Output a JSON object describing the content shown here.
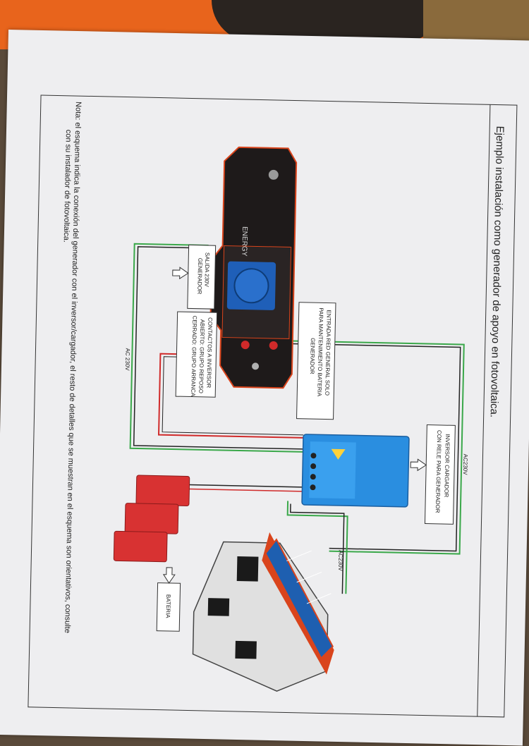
{
  "title": "Ejemplo instalación como generador de apoyo en fotovoltaica.",
  "note_line1": "Nota: el esquema indica la conexión del generador con el inversor/cargador,  el resto de detalles que se muestran en el esquema son orientativos, consulte",
  "note_line2": "con su instalador de fotovoltaica.",
  "labels": {
    "salida": [
      "SALIDA 230V",
      "GENERADOR"
    ],
    "contactos": [
      "CONTACTOS A INVERSOR",
      "ABIERTO: GRUPO REPOSO",
      "CERRADO: GRUPO ARRANCA"
    ],
    "entrada": [
      "ENTRADA RED GENERAL SOLO",
      "PARA MANTENIMIENTO BATERIA",
      "GENERADOR"
    ],
    "inversor": [
      "INVERSOR CARGADOR",
      "CON RELE PARA GENERADOR"
    ],
    "bateria": "BATERIA"
  },
  "wire_labels": {
    "ac_top": "AC230V",
    "ac_left": "AC 230V",
    "ac_house": "AC230V"
  },
  "brand": "ENERGY",
  "colors": {
    "generator_body": "#1e1a1a",
    "generator_trim": "#d9441c",
    "socket_blue": "#1f5fb8",
    "inverter_blue": "#2a8ee0",
    "battery_red": "#d83232",
    "solar_blue": "#1e5fb0",
    "wire_green": "#3aa84a",
    "wire_red": "#d02a2a",
    "wire_dark": "#222222"
  }
}
